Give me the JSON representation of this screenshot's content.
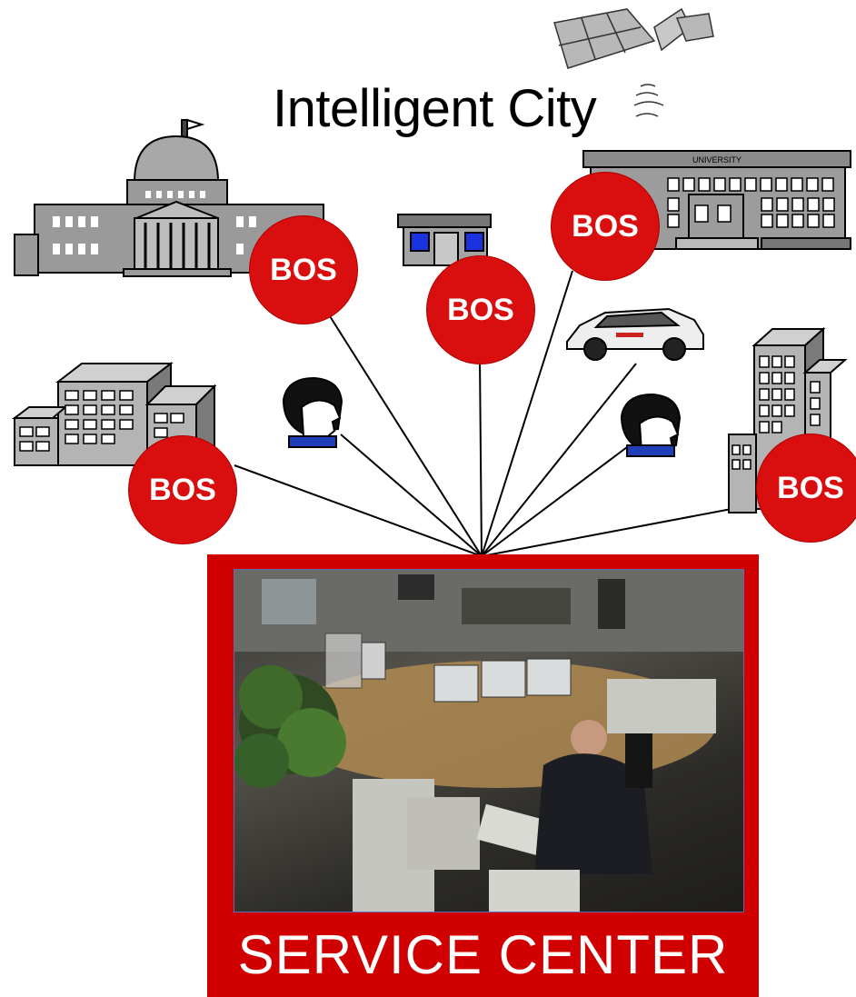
{
  "title": "Intelligent City",
  "university_sign": "UNIVERSITY",
  "service_center": {
    "label": "SERVICE CENTER"
  },
  "nodes": [
    {
      "id": "capitol",
      "badge": "BOS",
      "icon": "government-building-icon"
    },
    {
      "id": "shop",
      "badge": "BOS",
      "icon": "shop-icon"
    },
    {
      "id": "university",
      "badge": "BOS",
      "icon": "university-building-icon"
    },
    {
      "id": "office",
      "badge": "BOS",
      "icon": "office-building-icon"
    },
    {
      "id": "tower",
      "badge": "BOS",
      "icon": "tower-building-icon"
    },
    {
      "id": "person-left",
      "icon": "person-icon"
    },
    {
      "id": "person-right",
      "icon": "person-icon"
    },
    {
      "id": "car",
      "icon": "car-icon"
    },
    {
      "id": "satellite",
      "icon": "satellite-icon"
    }
  ],
  "colors": {
    "bos": "#d90f0f",
    "service_frame": "#d00000",
    "building_gray": "#9a9a9a",
    "line": "#000000"
  }
}
